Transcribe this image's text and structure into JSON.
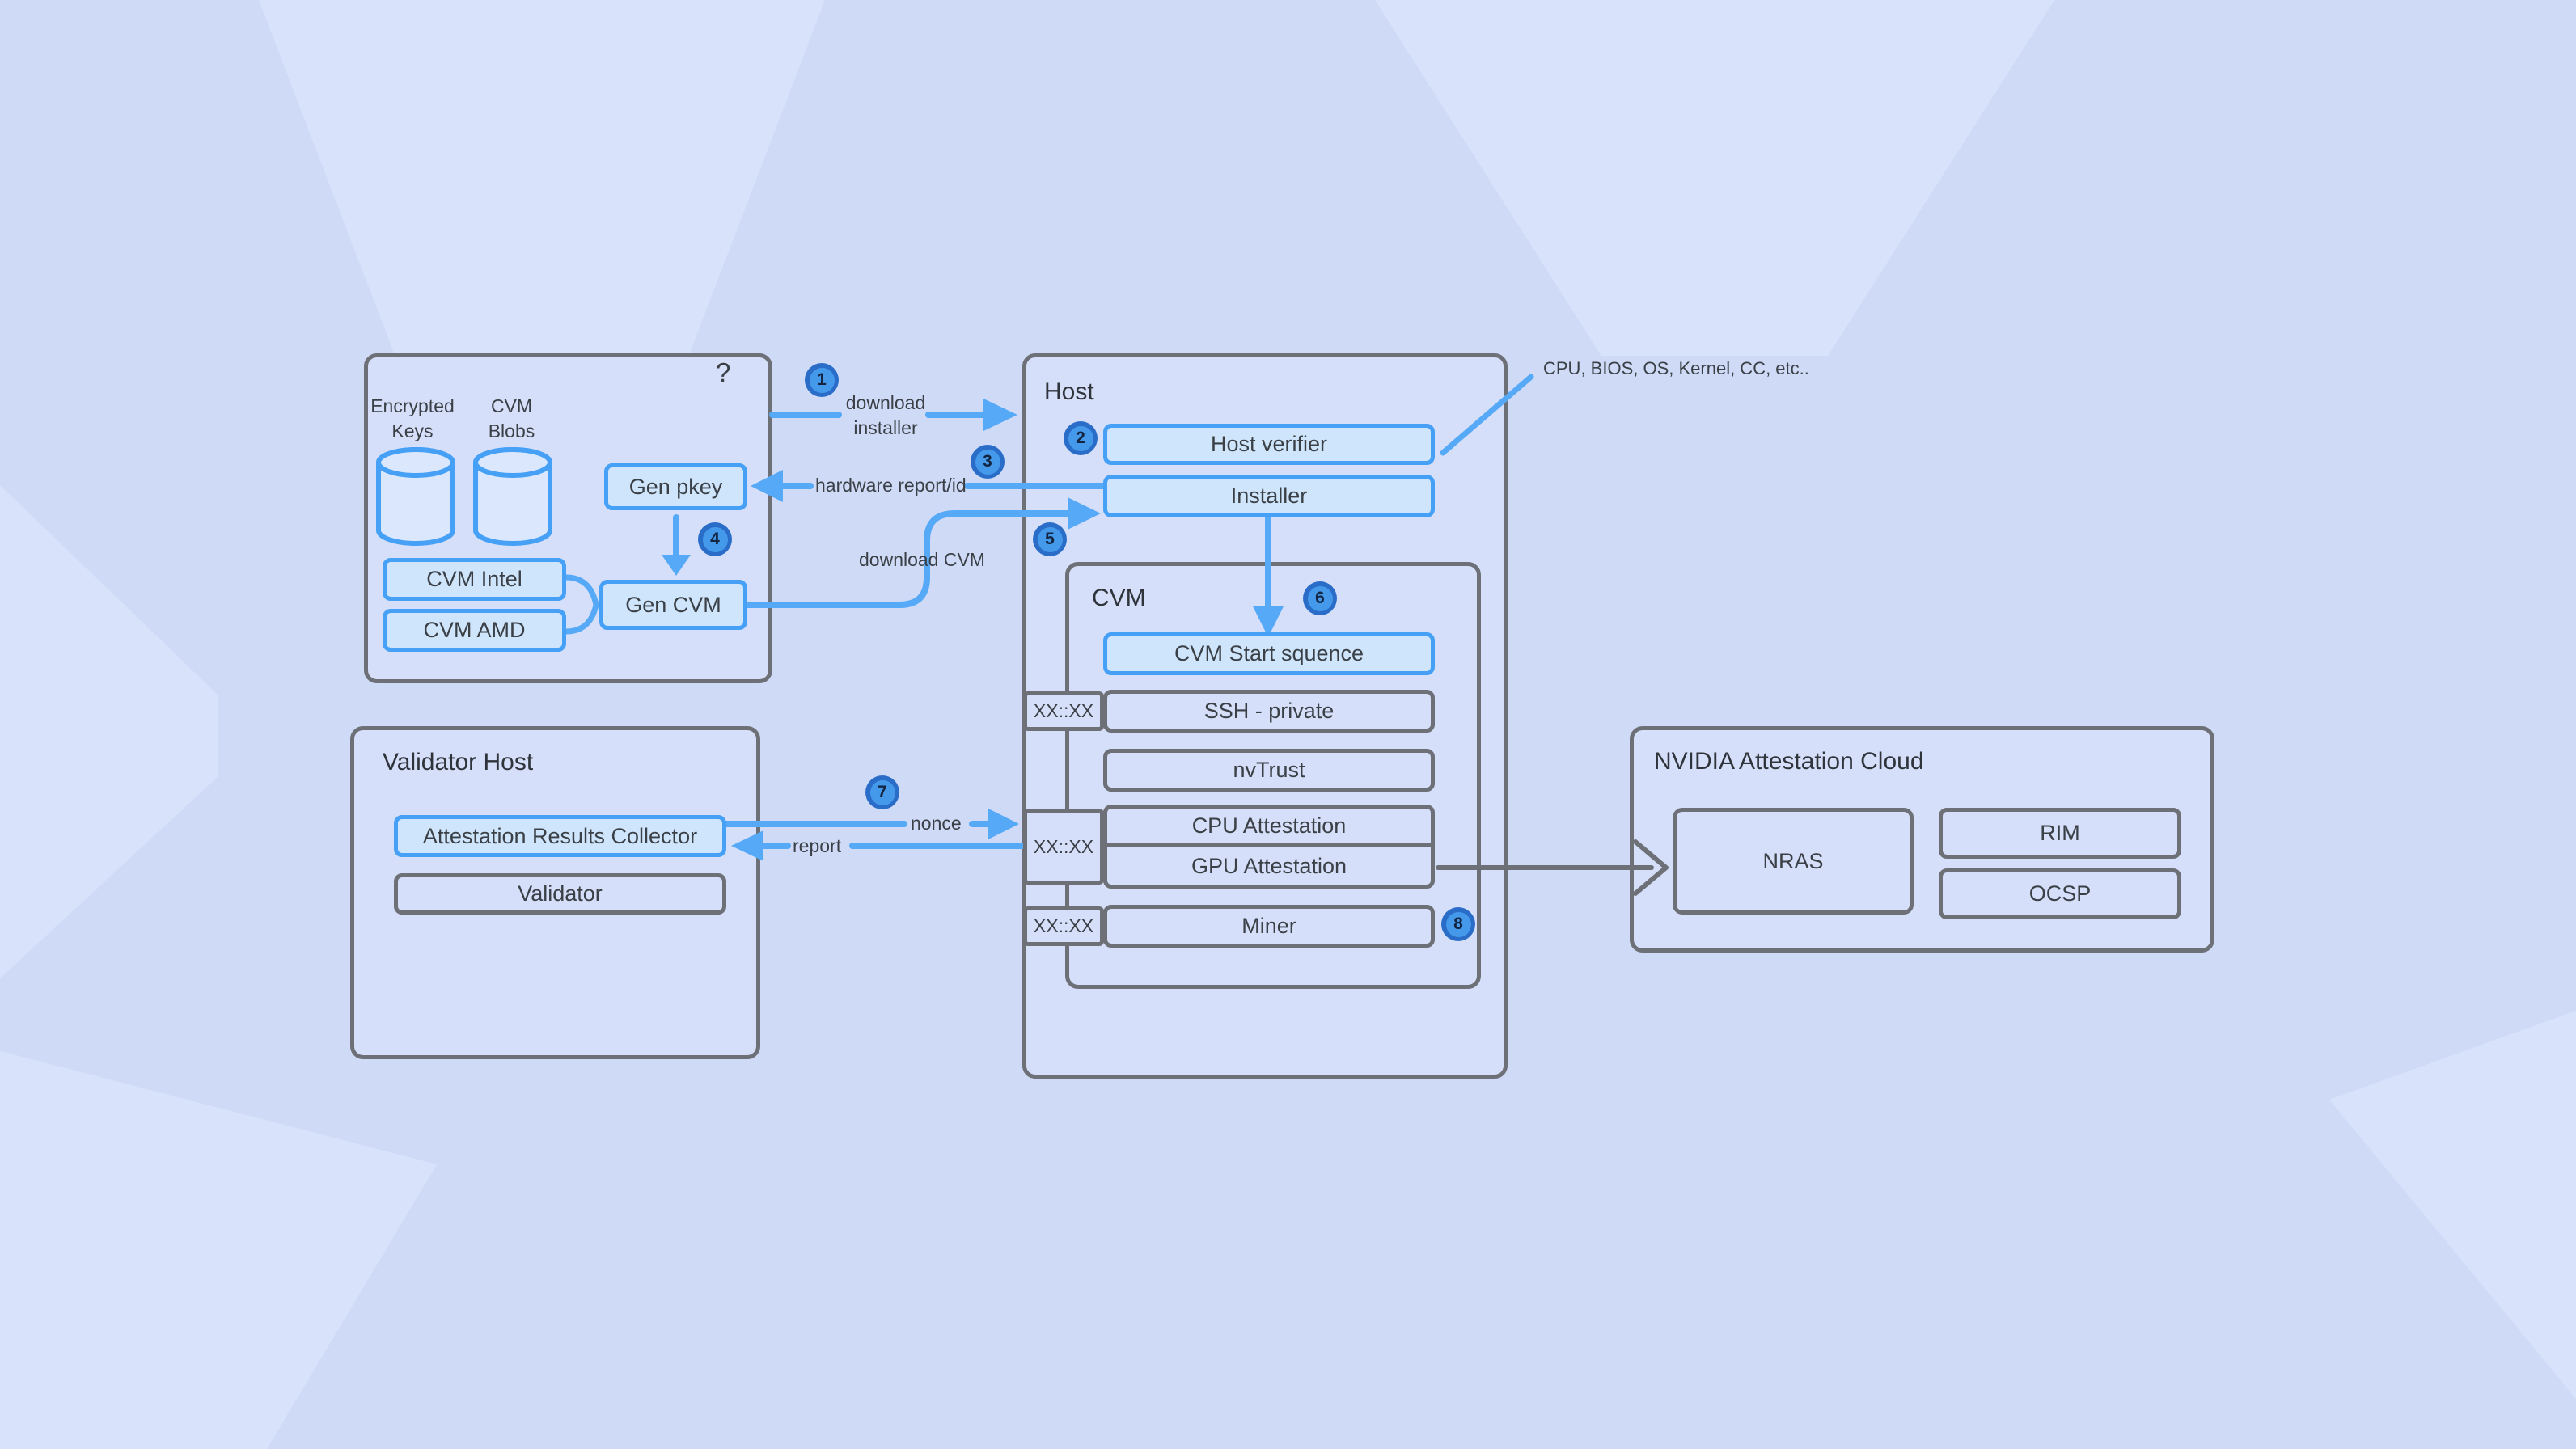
{
  "colors": {
    "background": "#cfdaf7",
    "background_light_wedge": "#d9e2fb",
    "panel_fill": "#d6dff9",
    "grey_border": "#6d7177",
    "blue_border": "#45a0f6",
    "blue_node_fill": "#cfe5fc",
    "arrow_blue": "#55a9f7",
    "badge_ring": "#2a6dc9",
    "badge_fill": "#4599ea",
    "text": "#3a4046"
  },
  "builder": {
    "question_mark": "?",
    "stores": [
      {
        "lines": [
          "Encrypted",
          "Keys"
        ]
      },
      {
        "lines": [
          "CVM",
          "Blobs"
        ]
      }
    ],
    "gen_pkey": "Gen pkey",
    "gen_cvm": "Gen CVM",
    "cvm_intel": "CVM Intel",
    "cvm_amd": "CVM AMD"
  },
  "host": {
    "title": "Host",
    "verifier": "Host verifier",
    "installer": "Installer",
    "annotation": "CPU, BIOS, OS, Kernel, CC, etc.."
  },
  "cvm": {
    "title": "CVM",
    "start": "CVM Start squence",
    "ssh": "SSH - private",
    "nvtrust": "nvTrust",
    "cpu": "CPU Attestation",
    "gpu": "GPU Attestation",
    "miner": "Miner",
    "tabs": [
      "XX::XX",
      "XX::XX",
      "XX::XX"
    ]
  },
  "validator_host": {
    "title": "Validator Host",
    "collector": "Attestation Results Collector",
    "validator": "Validator"
  },
  "nvidia": {
    "title": "NVIDIA Attestation Cloud",
    "nras": "NRAS",
    "rim": "RIM",
    "ocsp": "OCSP"
  },
  "flows": {
    "download_installer": [
      "download",
      "installer"
    ],
    "hardware_report": "hardware report/id",
    "download_cvm": "download CVM",
    "nonce": "nonce",
    "report": "report"
  },
  "badges": [
    "1",
    "2",
    "3",
    "4",
    "5",
    "6",
    "7",
    "8"
  ]
}
